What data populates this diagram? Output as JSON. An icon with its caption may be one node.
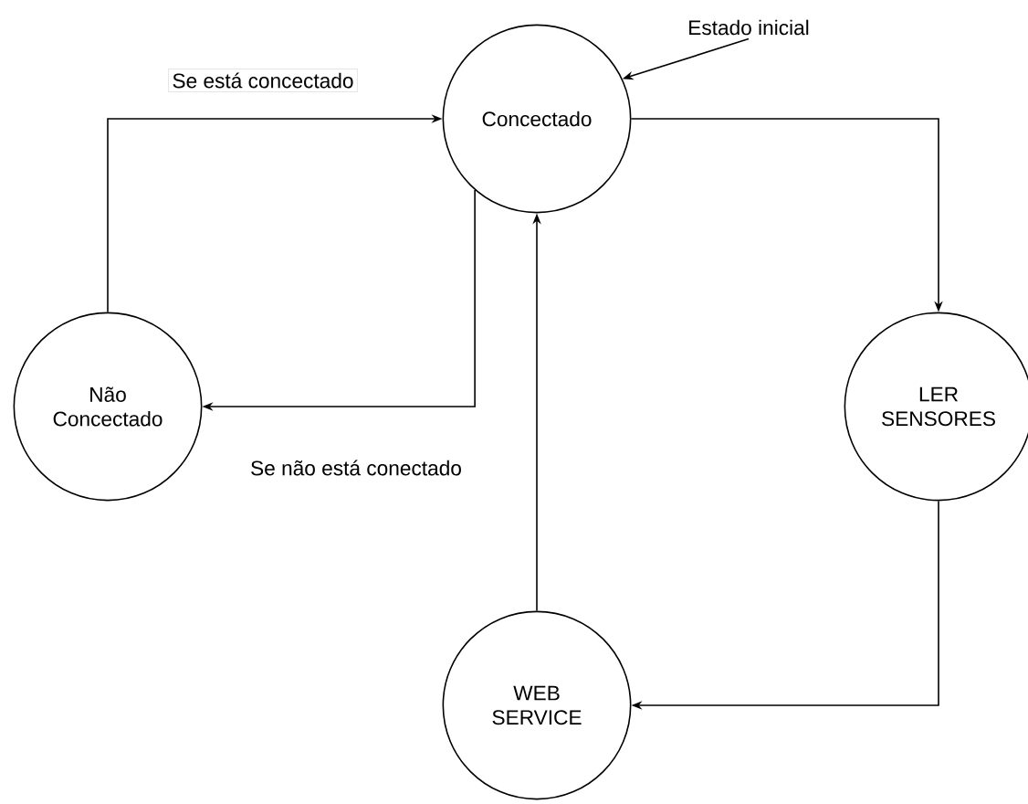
{
  "diagram": {
    "nodes": [
      {
        "text": [
          "Concectado"
        ]
      },
      {
        "text": [
          "Não Concectado"
        ]
      },
      {
        "text": [
          "LER SENSORES"
        ]
      },
      {
        "text": [
          "WEB SERVICE"
        ]
      },
      {
        "text": [
          "Estado inicial"
        ]
      }
    ],
    "edges": [
      {
        "from": 1,
        "to": 0,
        "arrow": "to",
        "label": "Se está concectado"
      },
      {
        "from": 0,
        "to": 1,
        "arrow": "to",
        "label": "Se não está conectado"
      },
      {
        "from": 0,
        "to": 2,
        "arrow": "to"
      },
      {
        "from": 2,
        "to": 3,
        "arrow": "to"
      },
      {
        "from": 3,
        "to": 0,
        "arrow": "to"
      },
      {
        "from": 4,
        "to": 0,
        "arrow": "to"
      }
    ]
  }
}
